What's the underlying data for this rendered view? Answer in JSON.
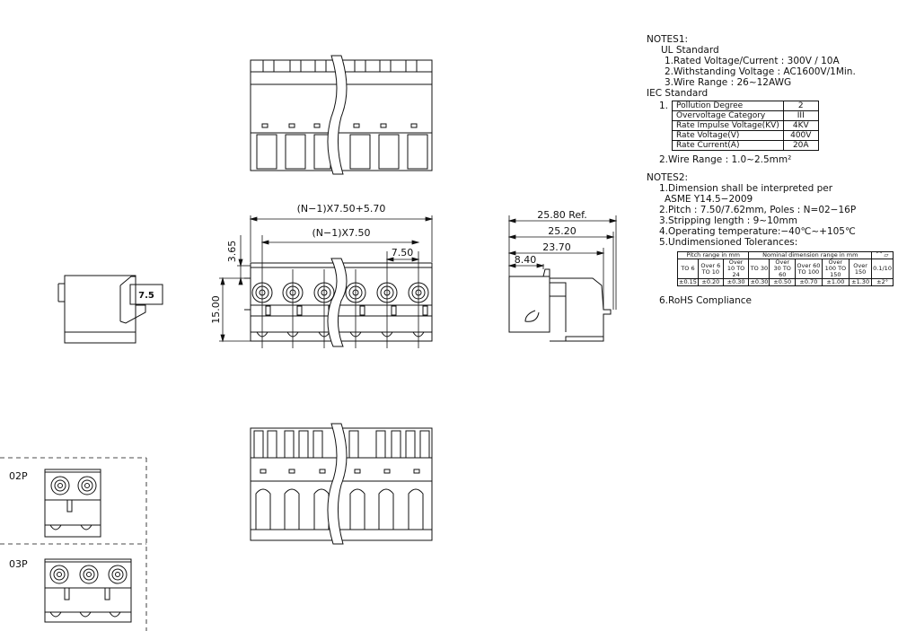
{
  "dimensions": {
    "overall": "(N−1)X7.50+5.70",
    "pitch_total": "(N−1)X7.50",
    "pitch": "7.50",
    "height": "15.00",
    "offset": "3.65",
    "side_label": "7.5",
    "r1": "25.80 Ref.",
    "r2": "25.20",
    "r3": "23.70",
    "r4": "8.40"
  },
  "variants": [
    {
      "label": "02P"
    },
    {
      "label": "03P"
    }
  ],
  "notes1": {
    "title": "NOTES1:",
    "ul_title": "UL Standard",
    "ul_items": [
      "1.Rated Voltage/Current : 300V / 10A",
      "2.Withstanding Voltage : AC1600V/1Min.",
      "3.Wire Range : 26~12AWG"
    ],
    "iec_title": "IEC Standard",
    "iec_num": "1.",
    "iec_rows": [
      {
        "k": "Pollution Degree",
        "v": "2"
      },
      {
        "k": "Overvoltage Category",
        "v": "III"
      },
      {
        "k": "Rate Impulse Voltage(KV)",
        "v": "4KV"
      },
      {
        "k": "Rate Voltage(V)",
        "v": "400V"
      },
      {
        "k": "Rate Current(A)",
        "v": "20A"
      }
    ],
    "wire_range": "2.Wire Range : 1.0~2.5mm²"
  },
  "notes2": {
    "title": "NOTES2:",
    "items": [
      "1.Dimension shall be interpreted per",
      "ASME  Y14.5−2009",
      "2.Pitch : 7.50/7.62mm, Poles : N=02−16P",
      "3.Stripping length : 9~10mm",
      "4.Operating temperature:−40℃~+105℃",
      "5.Undimensioned Tolerances:"
    ],
    "tol": {
      "head_pitch": "Pitch range in mm",
      "head_nominal": "Nominal dimension range in mm",
      "head_angle": "0.1/10",
      "ranges": [
        "TO 6",
        "Over 6 TO 10",
        "Over 10 TO 24",
        "TO 30",
        "Over 30 TO 60",
        "Over 60 TO 100",
        "Over 100 TO 150",
        "Over 150"
      ],
      "values": [
        "±0.15",
        "±0.20",
        "±0.30",
        "±0.30",
        "±0.50",
        "±0.70",
        "±1.00",
        "±1.30",
        "±2°"
      ]
    },
    "rohs": "6.RoHS Compliance"
  }
}
